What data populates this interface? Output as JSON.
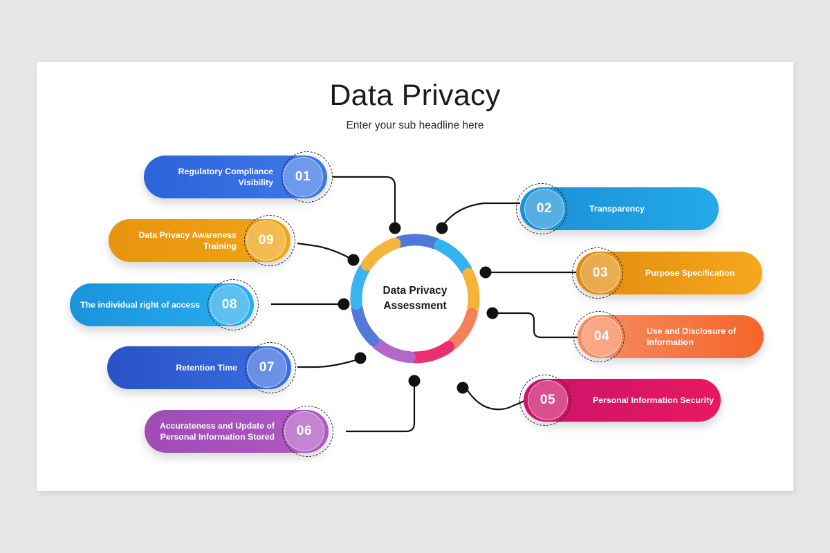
{
  "slide": {
    "title": "Data Privacy",
    "subtitle": "Enter your sub headline here",
    "background_color": "#e8e7e7",
    "canvas_color": "#ffffff"
  },
  "center": {
    "line1": "Data Privacy",
    "line2": "Assessment"
  },
  "items": [
    {
      "number": "01",
      "label": "Regulatory Compliance\nVisibility",
      "label_line1": "Regulatory Compliance",
      "label_line2": "Visibility",
      "side": "left",
      "color_from": "#2b63d9",
      "color_to": "#3f79e8",
      "segment_color": "#4f79d8"
    },
    {
      "number": "02",
      "label": "Transparency",
      "label_line1": "Transparency",
      "label_line2": "",
      "side": "right",
      "color_from": "#1a8fd6",
      "color_to": "#24a9e8",
      "segment_color": "#33b3ef"
    },
    {
      "number": "03",
      "label": "Purpose Specification",
      "label_line1": "Purpose Specification",
      "label_line2": "",
      "side": "right",
      "color_from": "#e08b0f",
      "color_to": "#f5a81c",
      "segment_color": "#f6b43a"
    },
    {
      "number": "04",
      "label": "Use and Disclosure of\nInformation",
      "label_line1": "Use and Disclosure of",
      "label_line2": "Information",
      "side": "right",
      "color_from": "#f78e62",
      "color_to": "#f4652a",
      "segment_color": "#f4815a"
    },
    {
      "number": "05",
      "label": "Personal Information Security",
      "label_line1": "Personal Information Security",
      "label_line2": "",
      "side": "right",
      "color_from": "#c8146b",
      "color_to": "#e81860",
      "segment_color": "#ea3072"
    },
    {
      "number": "06",
      "label": "Accurateness and Update of\nPersonal Information Stored",
      "label_line1": "Accurateness and Update of",
      "label_line2": "Personal Information Stored",
      "side": "left",
      "color_from": "#a04bb5",
      "color_to": "#b05bc4",
      "segment_color": "#b368c9"
    },
    {
      "number": "07",
      "label": "Retention  Time",
      "label_line1": "Retention  Time",
      "label_line2": "",
      "side": "left",
      "color_from": "#2753c4",
      "color_to": "#3a6ee0",
      "segment_color": "#5479d6"
    },
    {
      "number": "08",
      "label": "The individual right of access",
      "label_line1": "The individual right of access",
      "label_line2": "",
      "side": "left",
      "color_from": "#1a93dc",
      "color_to": "#27aeee",
      "segment_color": "#39b4f0"
    },
    {
      "number": "09",
      "label": "Data Privacy Awareness\nTraining",
      "label_line1": "Data Privacy Awareness",
      "label_line2": "Training",
      "side": "left",
      "color_from": "#e8930f",
      "color_to": "#f0a516",
      "segment_color": "#f5b53c"
    }
  ],
  "chart_data": {
    "type": "pie",
    "title": "Data Privacy Assessment",
    "categories": [
      "01",
      "02",
      "03",
      "04",
      "05",
      "06",
      "07",
      "08",
      "09"
    ],
    "values": [
      11.11,
      11.11,
      11.11,
      11.11,
      11.11,
      11.11,
      11.11,
      11.11,
      11.11
    ],
    "labels": [
      "Regulatory Compliance Visibility",
      "Transparency",
      "Purpose Specification",
      "Use and Disclosure of Information",
      "Personal Information Security",
      "Accurateness and Update of Personal Information Stored",
      "Retention  Time",
      "The individual right of access",
      "Data Privacy Awareness Training"
    ],
    "colors": [
      "#4f79d8",
      "#33b3ef",
      "#f6b43a",
      "#f4815a",
      "#ea3072",
      "#b368c9",
      "#5479d6",
      "#39b4f0",
      "#f5b53c"
    ],
    "donut": true,
    "legend": "none"
  }
}
